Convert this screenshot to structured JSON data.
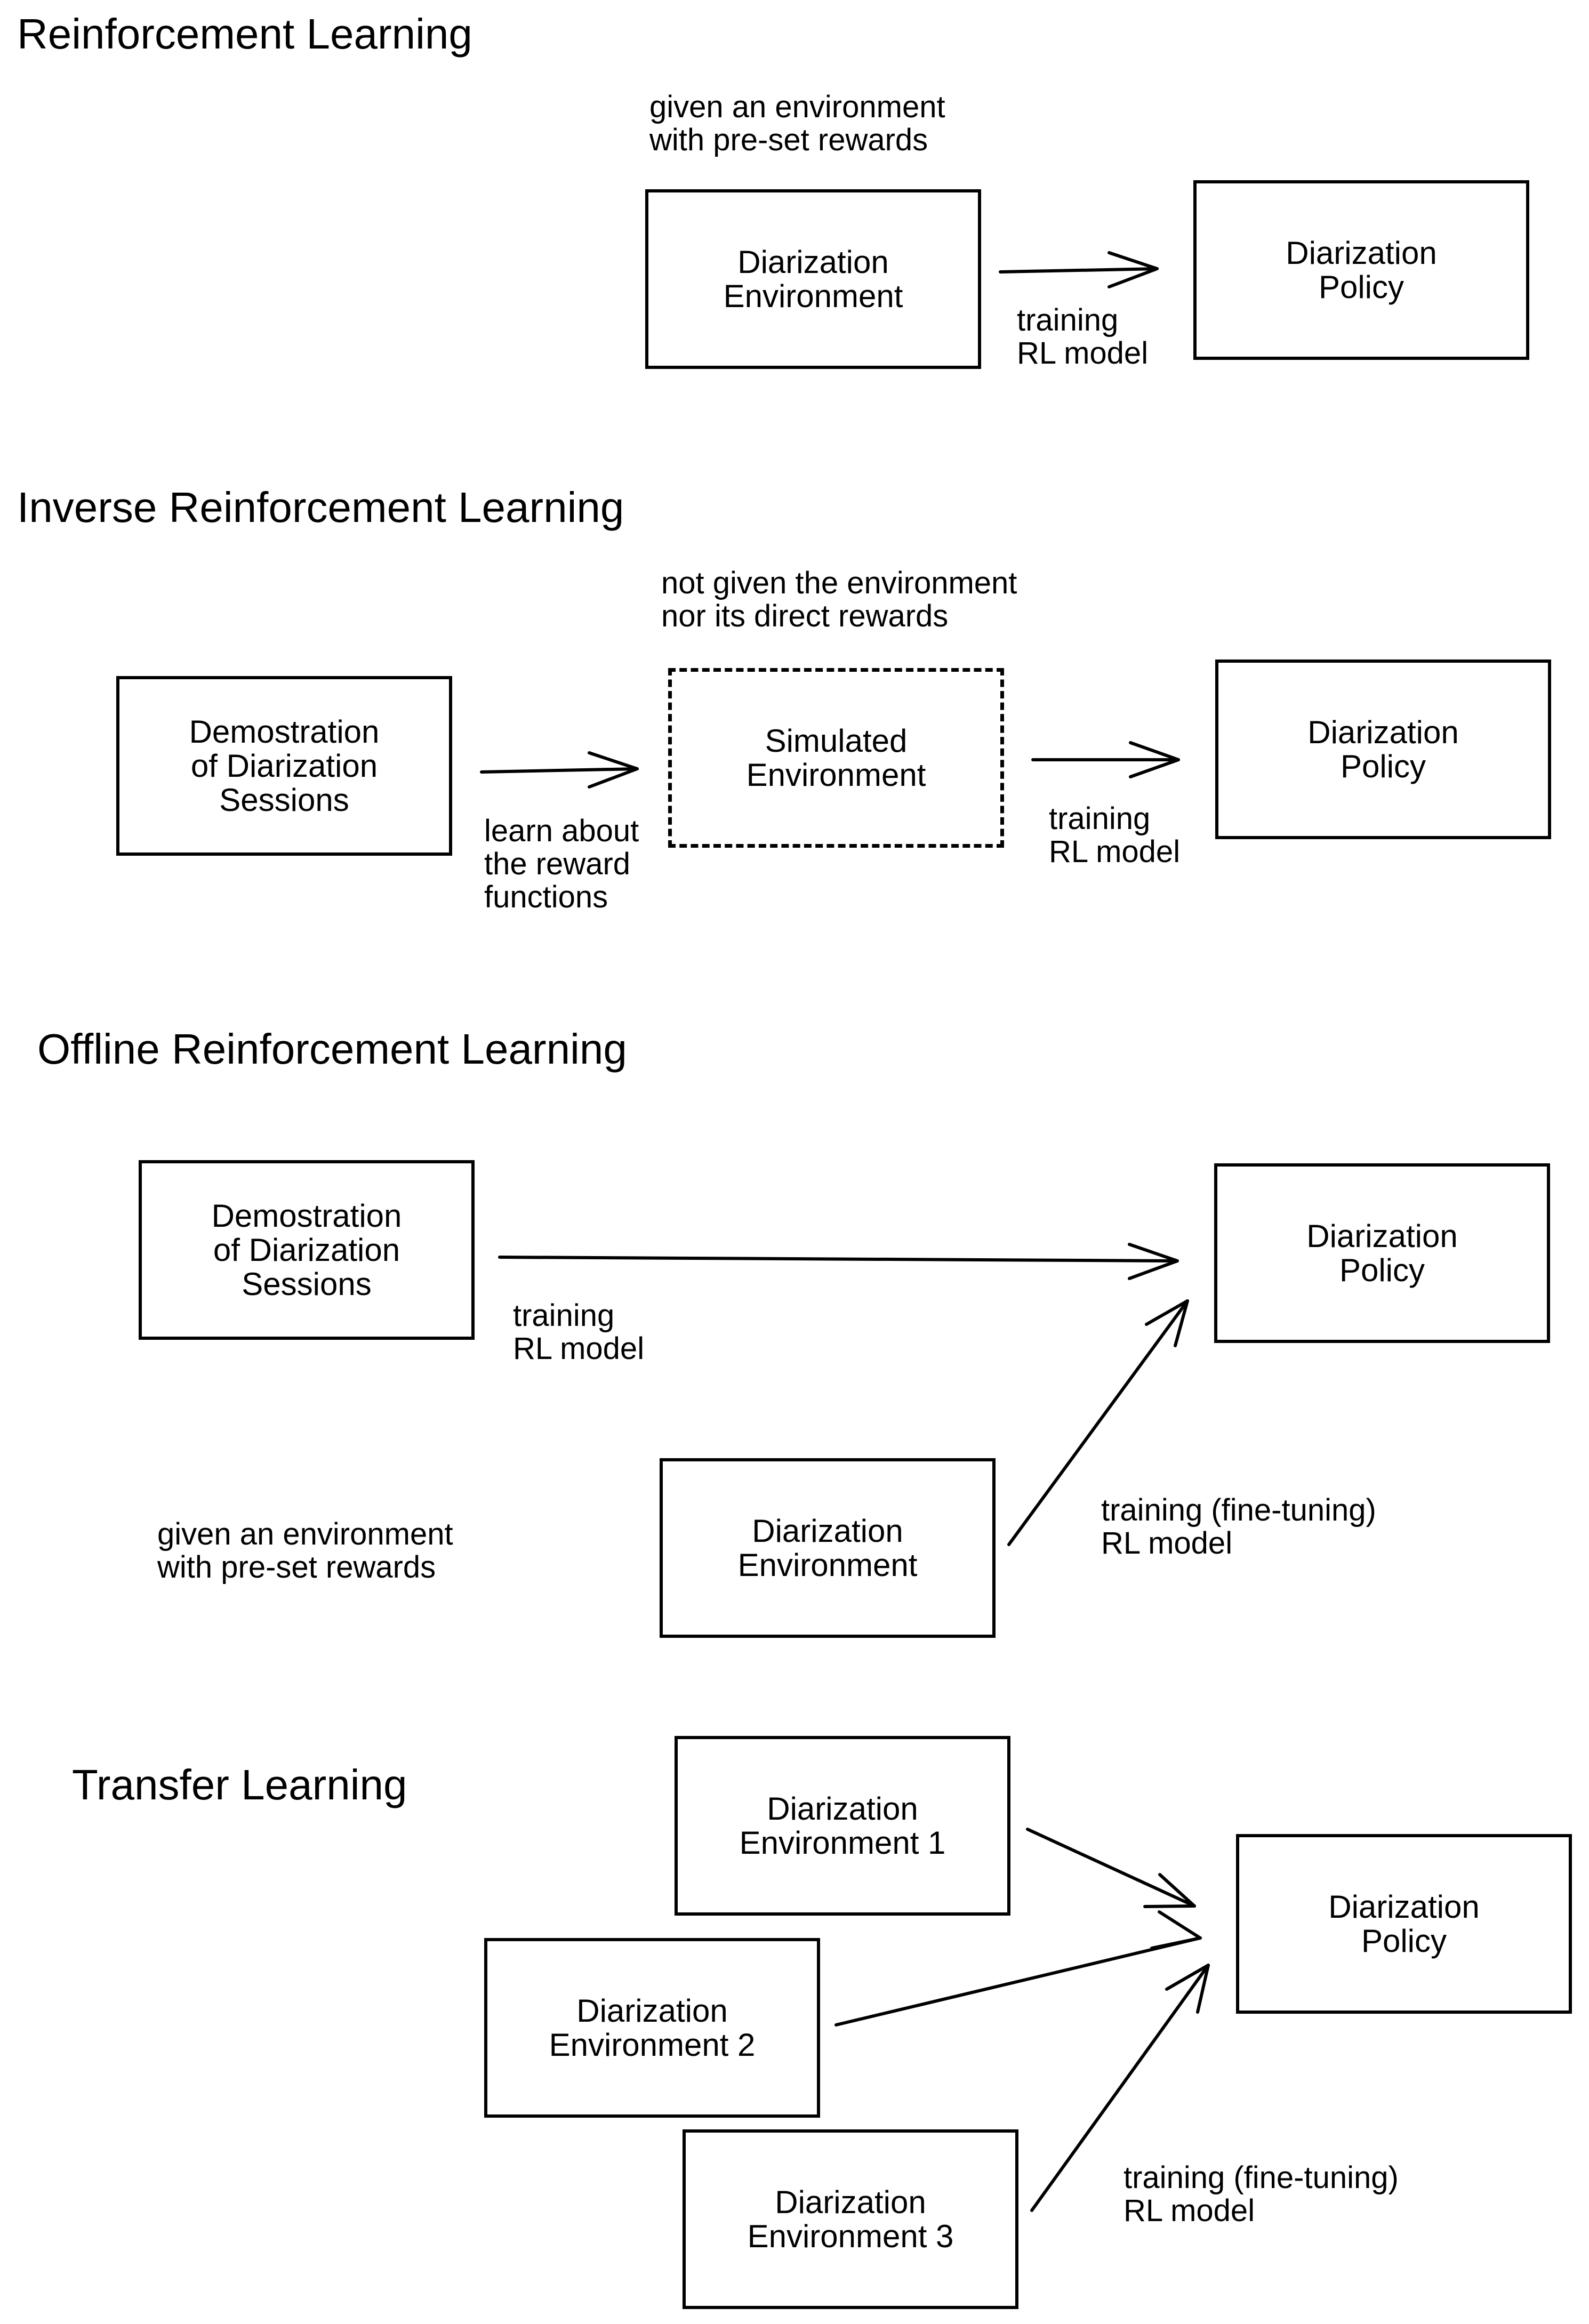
{
  "sections": [
    {
      "title": "Reinforcement Learning",
      "boxes": [
        "Diarization\nEnvironment",
        "Diarization\nPolicy"
      ],
      "notes": [
        "given an environment\nwith pre-set rewards",
        "training\nRL model"
      ]
    },
    {
      "title": "Inverse Reinforcement Learning",
      "boxes": [
        "Demostration\nof Diarization\nSessions",
        "Simulated\nEnvironment",
        "Diarization\nPolicy"
      ],
      "notes": [
        "not given the environment\nnor its direct rewards",
        "learn about\nthe reward\nfunctions",
        "training\nRL model"
      ]
    },
    {
      "title": "Offline Reinforcement Learning",
      "boxes": [
        "Demostration\nof Diarization\nSessions",
        "Diarization\nPolicy",
        "Diarization\nEnvironment"
      ],
      "notes": [
        "training\nRL model",
        "given an environment\nwith pre-set rewards",
        "training (fine-tuning)\nRL model"
      ]
    },
    {
      "title": "Transfer Learning",
      "boxes": [
        "Diarization\nEnvironment 1",
        "Diarization\nEnvironment 2",
        "Diarization\nEnvironment 3",
        "Diarization\nPolicy"
      ],
      "notes": [
        "training (fine-tuning)\nRL model"
      ]
    }
  ]
}
